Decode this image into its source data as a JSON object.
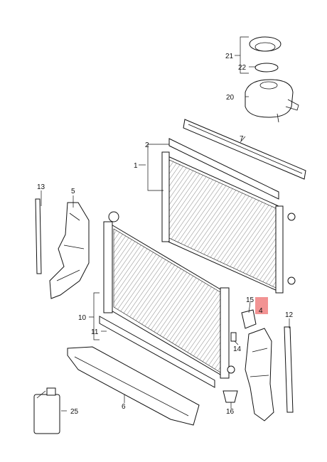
{
  "labels": {
    "p1": "1",
    "p2": "2",
    "p4": "4",
    "p5": "5",
    "p6": "6",
    "p7": "7",
    "p10": "10",
    "p11": "11",
    "p12": "12",
    "p13": "13",
    "p14": "14",
    "p15": "15",
    "p16": "16",
    "p20": "20",
    "p21": "21",
    "p22": "22",
    "p25": "25"
  },
  "highlight_color": "#f08080"
}
